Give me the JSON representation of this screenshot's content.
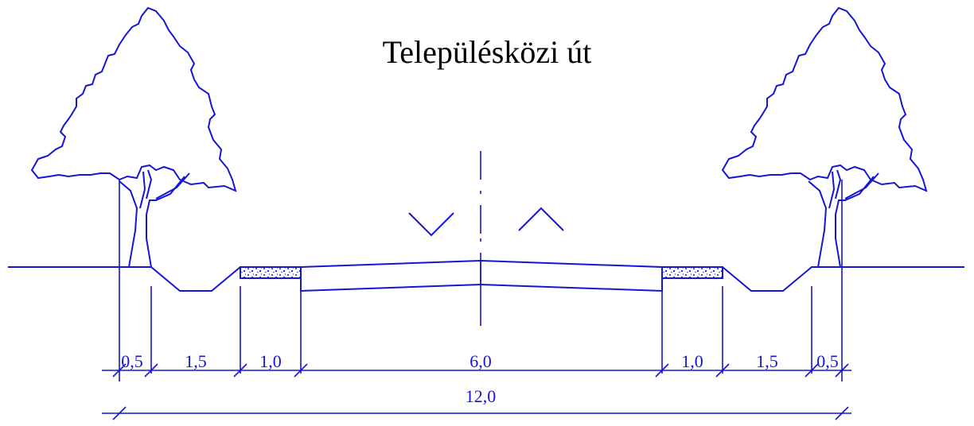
{
  "title": "Településközi út",
  "colors": {
    "line": "#1515d6",
    "text": "#000000",
    "background": "#ffffff"
  },
  "dimensions_top": [
    "0,5",
    "1,5",
    "1,0",
    "6,0",
    "1,0",
    "1,5",
    "0,5"
  ],
  "dimension_total": "12,0"
}
